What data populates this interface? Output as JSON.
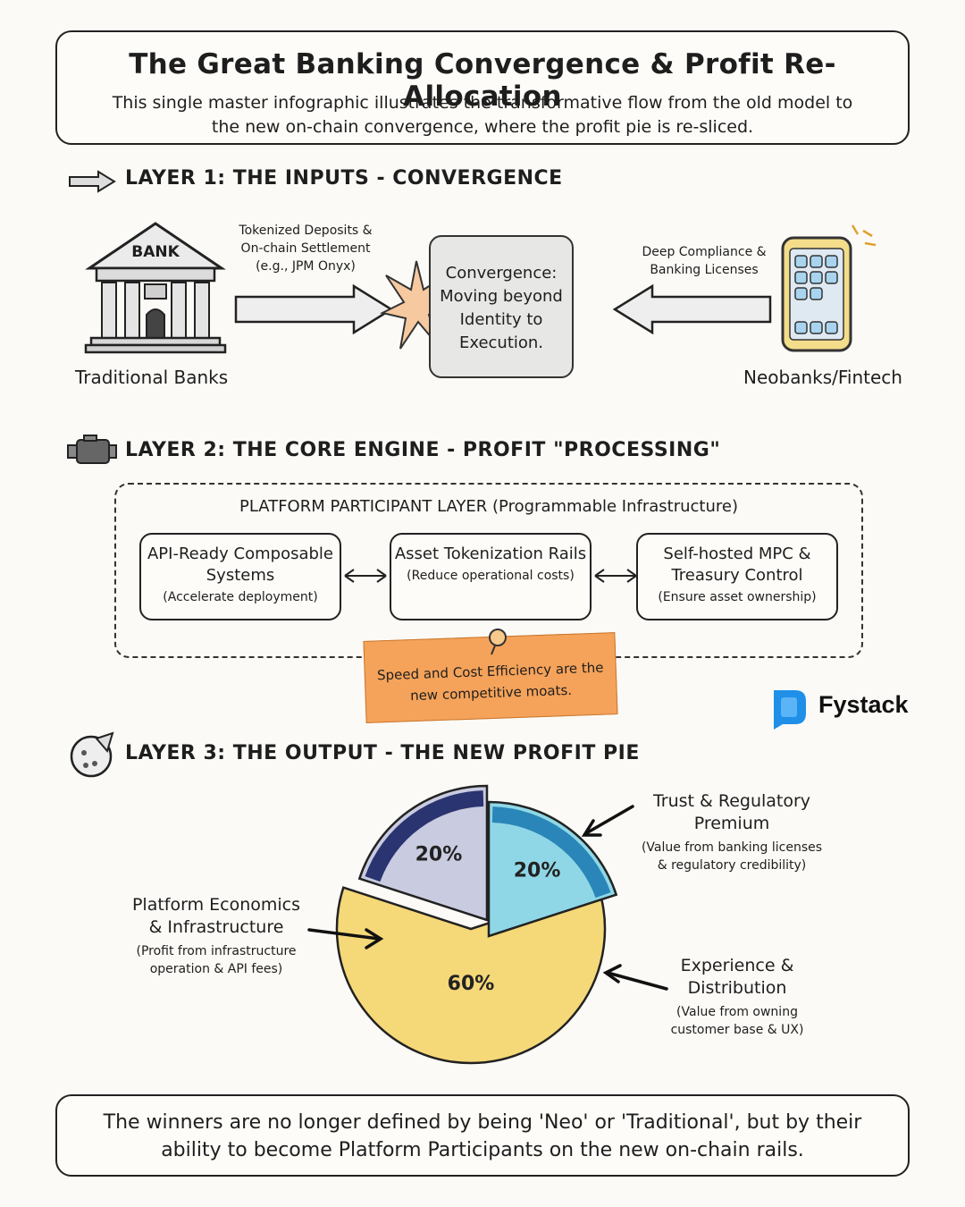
{
  "header": {
    "title": "The Great Banking Convergence & Profit Re-Allocation",
    "subtitle": "This single master infographic illustrates the transformative flow from the old model to the new on-chain convergence, where the profit pie is re-sliced."
  },
  "layer1": {
    "heading": "LAYER 1: THE INPUTS - CONVERGENCE",
    "bank_sign": "BANK",
    "bank_label": "Traditional Banks",
    "left_flow_label": "Tokenized Deposits & On-chain Settlement (e.g., JPM Onyx)",
    "convergence_text": "Convergence: Moving beyond Identity to Execution.",
    "right_flow_label": "Deep Compliance & Banking Licenses",
    "neobank_label": "Neobanks/Fintech"
  },
  "layer2": {
    "heading": "LAYER 2: THE CORE ENGINE - PROFIT \"PROCESSING\"",
    "platform_title": "PLATFORM PARTICIPANT LAYER (Programmable Infrastructure)",
    "boxes": [
      {
        "name": "API-Ready Composable Systems",
        "note": "(Accelerate deployment)"
      },
      {
        "name": "Asset Tokenization Rails",
        "note": "(Reduce operational costs)"
      },
      {
        "name": "Self-hosted MPC & Treasury Control",
        "note": "(Ensure asset ownership)"
      }
    ],
    "sticky_note": "Speed and Cost Efficiency are the new competitive moats."
  },
  "brand": {
    "name": "Fystack",
    "color": "#1f8fe8"
  },
  "layer3": {
    "heading": "LAYER 3: THE OUTPUT - THE NEW PROFIT PIE"
  },
  "chart_data": {
    "type": "pie",
    "slices": [
      {
        "name": "Platform Economics & Infrastructure",
        "note": "(Profit from infrastructure operation & API fees)",
        "value": 60,
        "label": "60%",
        "color": "#f5d878"
      },
      {
        "name": "Trust & Regulatory Premium",
        "note": "(Value from banking licenses & regulatory credibility)",
        "value": 20,
        "label": "20%",
        "color": "#c9cbe0",
        "edge": "#2a3470"
      },
      {
        "name": "Experience & Distribution",
        "note": "(Value from owning customer base & UX)",
        "value": 20,
        "label": "20%",
        "color": "#8fd7e6",
        "edge": "#2a86b8"
      }
    ]
  },
  "footer": {
    "conclusion": "The winners are no longer defined by being 'Neo' or 'Traditional', but by their ability to become Platform Participants on the new on-chain rails."
  }
}
